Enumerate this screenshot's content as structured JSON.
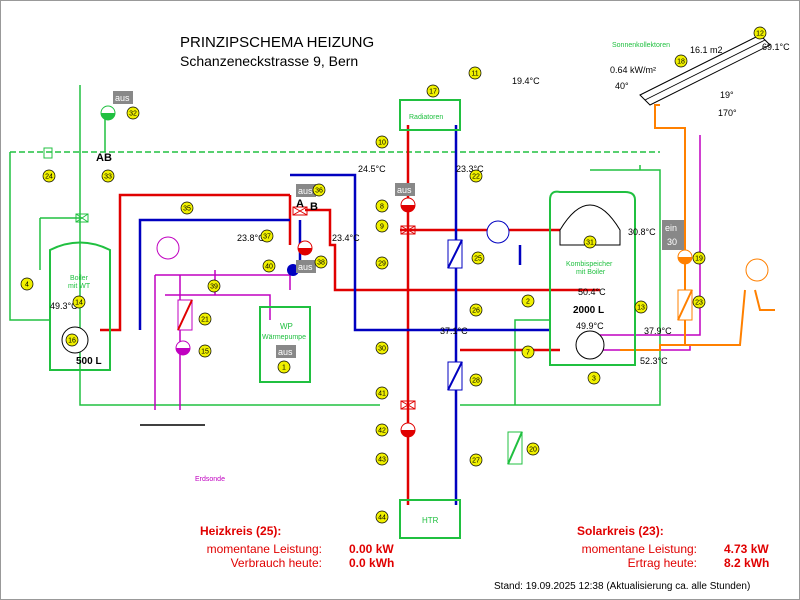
{
  "header": {
    "title": "PRINZIPSCHEMA HEIZUNG",
    "subtitle": "Schanzeneckstrasse 9, Bern"
  },
  "components": {
    "boiler": {
      "title": "Boiler",
      "sub": "mit WT",
      "volume": "500 L",
      "temp": "49.3°C"
    },
    "heat_pump": {
      "title": "WP",
      "sub": "Wärmepumpe",
      "state": "aus"
    },
    "radiators": {
      "label": "Radiatoren"
    },
    "htr": {
      "label": "HTR"
    },
    "combi_storage": {
      "title": "Kombispeicher",
      "sub": "mit Boiler",
      "volume": "2000 L",
      "temp_top": "30.8°C",
      "temp_mid": "50.4°C",
      "temp_bottom": "49.9°C"
    },
    "collector": {
      "label": "Sonnenkollektoren",
      "area": "16.1 m2",
      "irradiance": "0.64 kW/m²",
      "angle": "40°",
      "azimuth_deg": "19°",
      "azimuth": "170°",
      "temp": "69.1°C"
    },
    "ground_probe": {
      "label": "Erdsonde"
    }
  },
  "readings": {
    "outdoor": "19.4°C",
    "wp_flow": "23.8°C",
    "wp_return": "23.4°C",
    "rad_flow": "24.5°C",
    "rad_return": "23.3°C",
    "mid_flow": "37.1°C",
    "solar_flow": "37.9°C",
    "solar_return": "52.3°C"
  },
  "states": {
    "valve_33": "aus",
    "pump_wp": "aus",
    "pump_rad": "aus",
    "pump_24": "aus",
    "solar_pump": "ein",
    "solar_pump_pct": "30"
  },
  "valve_labels": {
    "a": "A",
    "b": "B",
    "ab": "AB"
  },
  "markers": [
    "1",
    "2",
    "3",
    "4",
    "7",
    "8",
    "9",
    "10",
    "11",
    "12",
    "13",
    "14",
    "15",
    "16",
    "17",
    "18",
    "19",
    "20",
    "21",
    "22",
    "23",
    "24",
    "25",
    "26",
    "27",
    "28",
    "29",
    "30",
    "31",
    "32",
    "33",
    "35",
    "36",
    "37",
    "38",
    "39",
    "40",
    "41",
    "42",
    "43",
    "44"
  ],
  "summary": {
    "heat": {
      "title": "Heizkreis (25):",
      "power_label": "momentane Leistung:",
      "power_value": "0.00 kW",
      "energy_label": "Verbrauch heute:",
      "energy_value": "0.0 kWh"
    },
    "solar": {
      "title": "Solarkreis (23):",
      "power_label": "momentane Leistung:",
      "power_value": "4.73 kW",
      "energy_label": "Ertrag heute:",
      "energy_value": "8.2 kWh"
    }
  },
  "footer": "Stand: 19.09.2025 12:38 (Aktualisierung ca. alle Stunden)",
  "colors": {
    "supply": "#e00000",
    "return": "#0000c0",
    "green": "#20c040",
    "solar": "#ff8000",
    "glycol": "#c000c0",
    "sensor": "#f0f000"
  }
}
